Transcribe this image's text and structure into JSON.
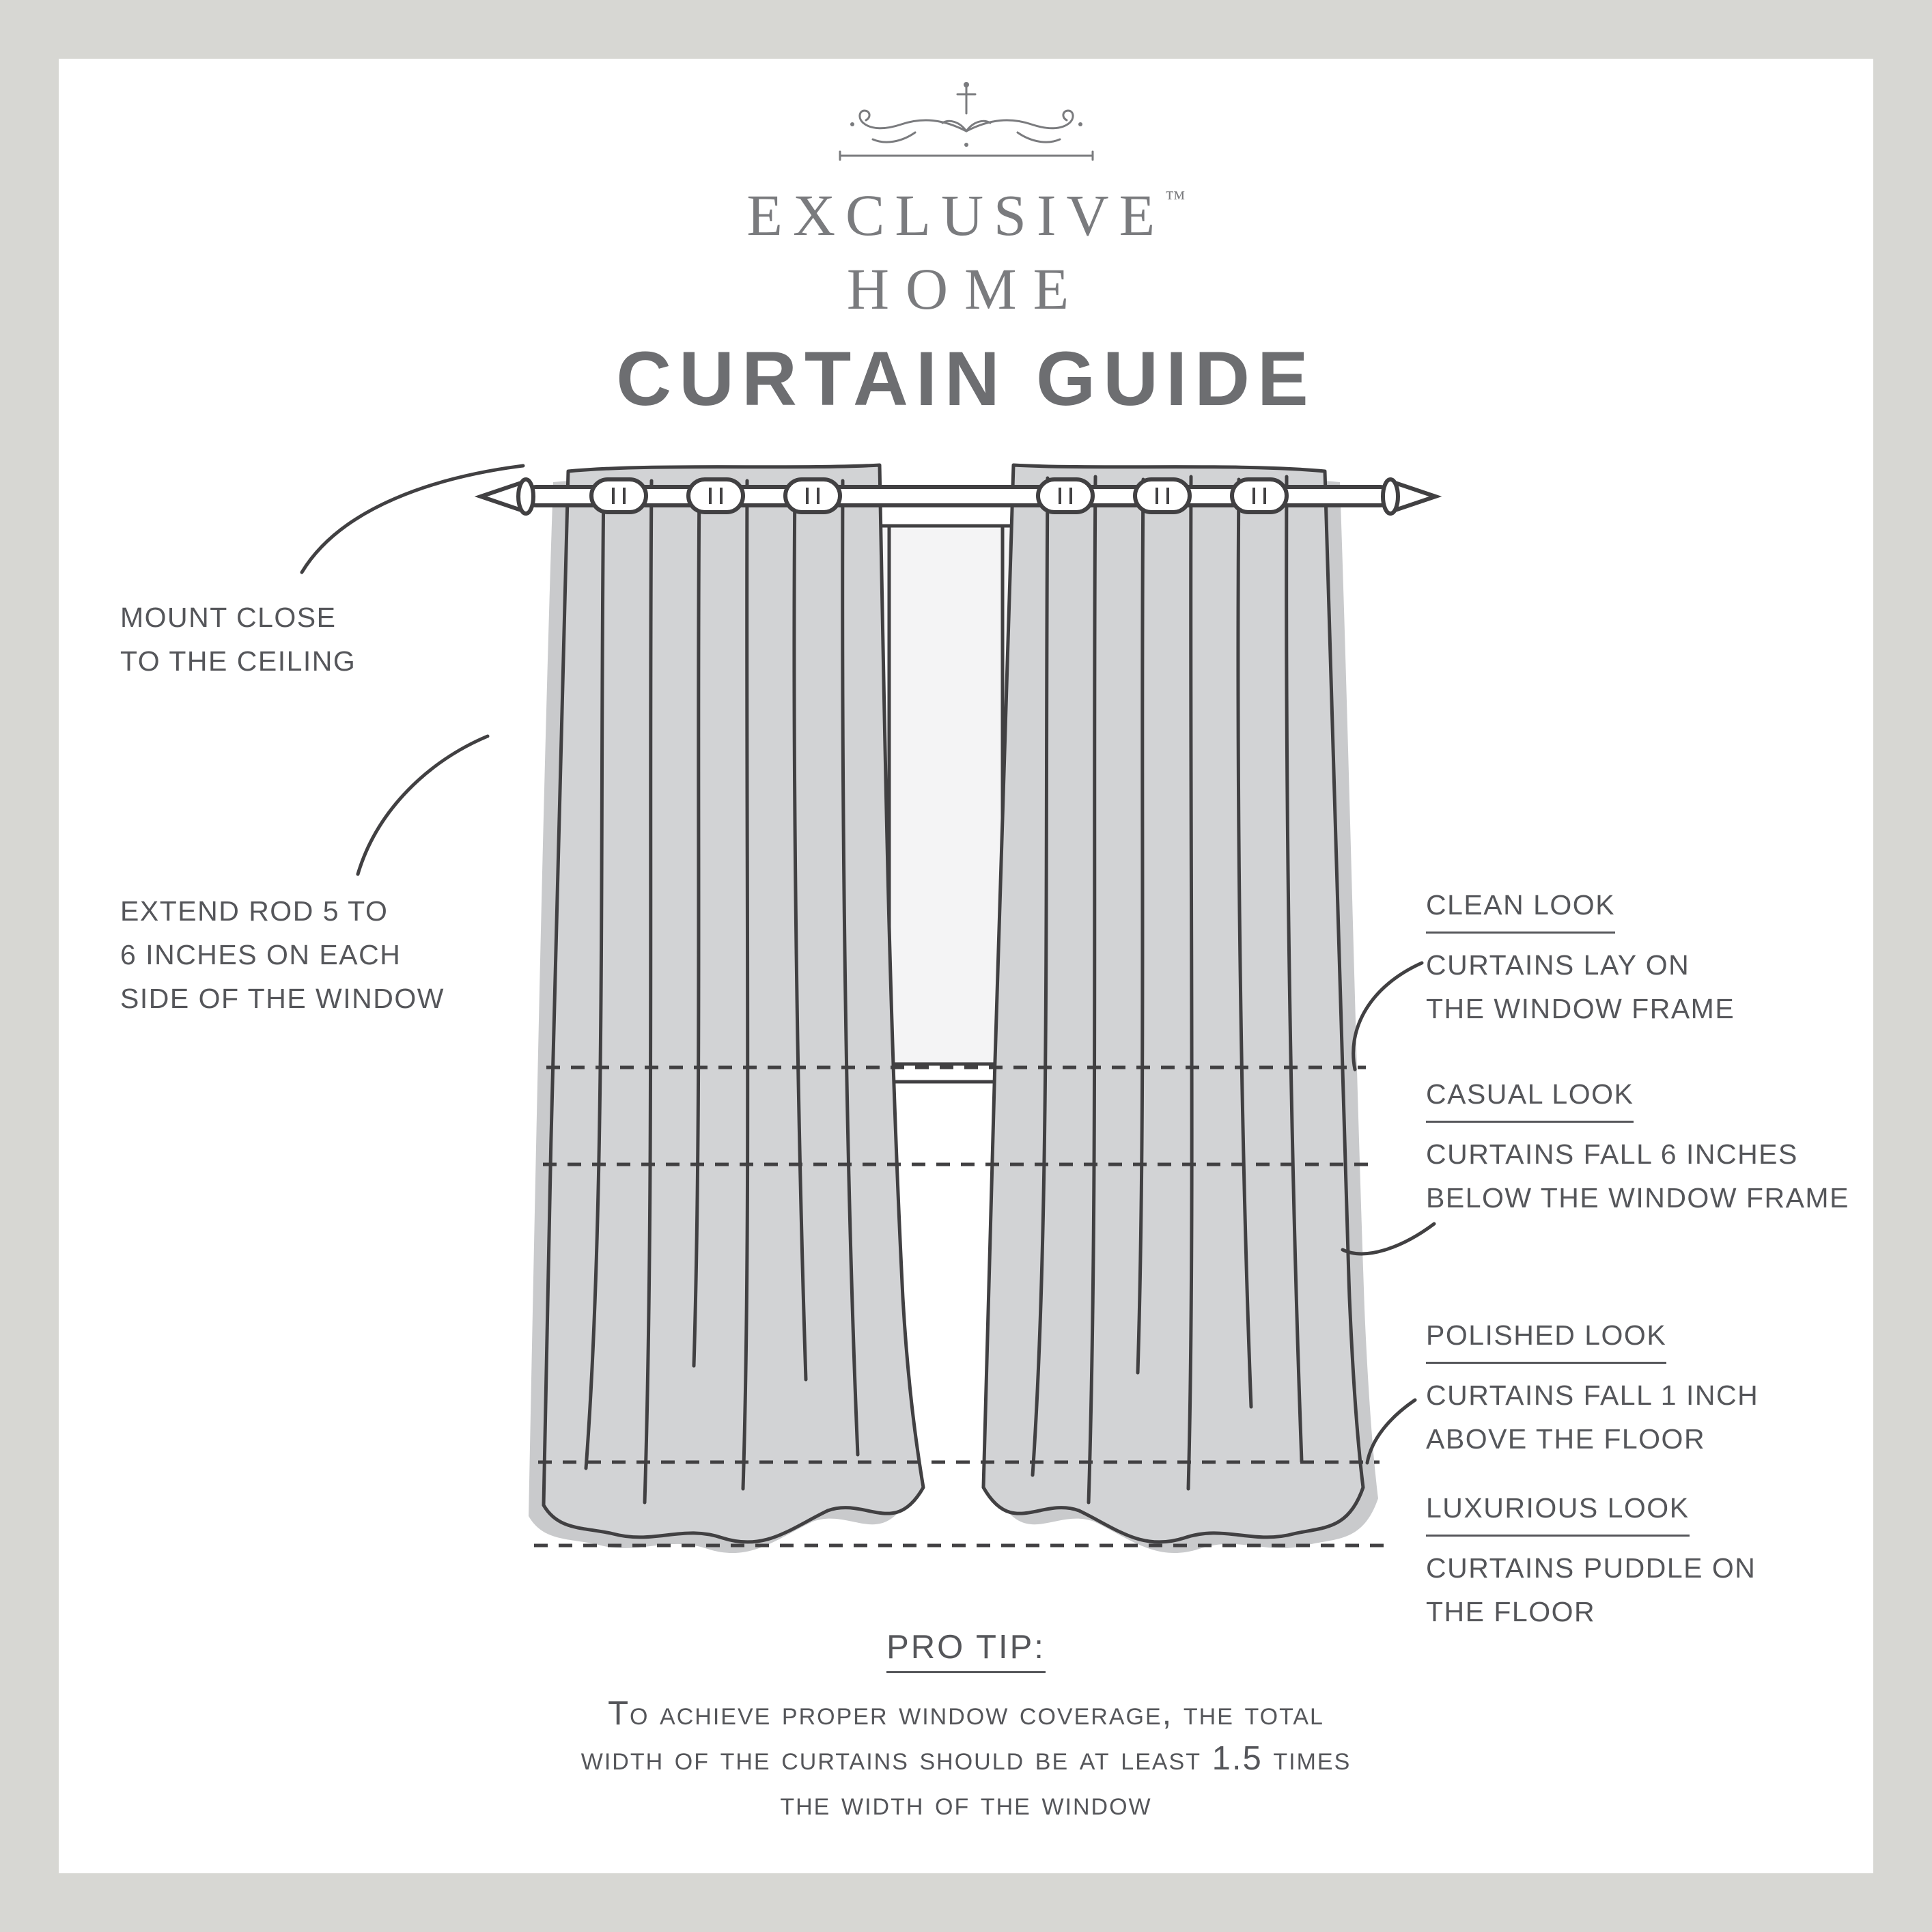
{
  "brand": {
    "exclusive": "EXCLUSIVE",
    "trademark": "™",
    "home": "HOME"
  },
  "title": "CURTAIN GUIDE",
  "annotations": {
    "left": [
      {
        "name": "mount-close",
        "lines": [
          "MOUNT CLOSE",
          "TO THE CEILING"
        ]
      },
      {
        "name": "extend-rod",
        "lines": [
          "EXTEND ROD 5 TO",
          "6 INCHES ON EACH",
          "SIDE OF THE WINDOW"
        ]
      }
    ],
    "right": [
      {
        "title": "CLEAN LOOK",
        "lines": [
          "CURTAINS LAY ON",
          "THE WINDOW FRAME"
        ]
      },
      {
        "title": "CASUAL LOOK",
        "lines": [
          "CURTAINS FALL 6 INCHES",
          "BELOW THE WINDOW FRAME"
        ]
      },
      {
        "title": "POLISHED LOOK",
        "lines": [
          "CURTAINS FALL 1 INCH",
          "ABOVE THE FLOOR"
        ]
      },
      {
        "title": "LUXURIOUS LOOK",
        "lines": [
          "CURTAINS PUDDLE ON",
          "THE FLOOR"
        ]
      }
    ]
  },
  "pro_tip": {
    "title": "PRO TIP:",
    "lines": [
      "To achieve proper window coverage, the total",
      "width of the curtains should be at least 1.5 times",
      "the width of the window"
    ]
  },
  "colors": {
    "background": "#d7d7d3",
    "card": "#ffffff",
    "ink": "#414042",
    "text": "#55565a",
    "title": "#6d6e71",
    "logo": "#7a7b7e",
    "curtain_fill": "#d2d3d5",
    "curtain_shadow": "#c9cacc",
    "window_fill": "#f4f4f5"
  }
}
